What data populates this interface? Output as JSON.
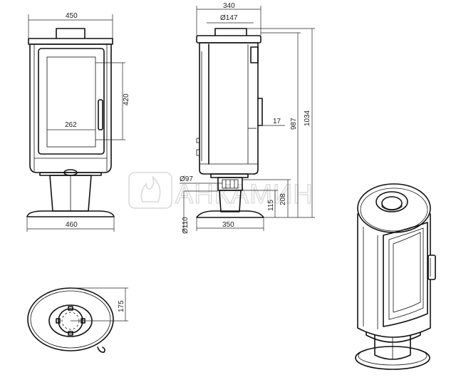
{
  "dimensions": {
    "front_width": "450",
    "front_glass_height": "420",
    "front_glass_width": "262",
    "front_base_width": "460",
    "side_depth": "340",
    "flue_diameter": "Ø147",
    "handle_offset": "17",
    "flue_height": "987",
    "total_height": "1034",
    "inlet_diameter": "Ø97",
    "inlet_height_a": "208",
    "inlet_height_b": "115",
    "air_diameter": "Ø110",
    "side_base_depth": "350",
    "top_view_depth": "175"
  },
  "watermark": {
    "text": "АНКАМИН"
  }
}
